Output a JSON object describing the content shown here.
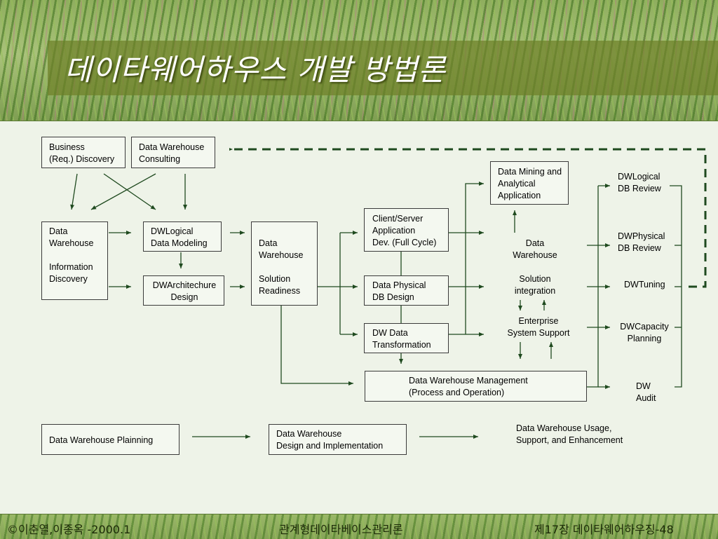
{
  "header": {
    "title": "데이타웨어하우스 개발 방법론"
  },
  "diagram": {
    "business_discovery": "Business\n(Req.) Discovery",
    "dw_consulting": "Data Warehouse\nConsulting",
    "dw_info_discovery": "Data\nWarehouse\n\nInformation\nDiscovery",
    "dw_logical_modeling": "DWLogical\nData Modeling",
    "dw_architecture_design": "DWArchitechure\nDesign",
    "dw_solution_readiness": "Data\nWarehouse\n\nSolution\nReadiness",
    "client_server_dev": "Client/Server\nApplication\nDev. (Full Cycle)",
    "data_physical_db_design": "Data Physical\nDB Design",
    "dw_data_transformation": "DW Data\nTransformation",
    "data_mining": "Data Mining and\nAnalytical\nApplication",
    "dw_solution_integration": "Data\nWarehouse\n\nSolution\nintegration",
    "enterprise_support": "Enterprise\nSystem Support",
    "dw_management": "Data Warehouse  Management\n(Process and Operation)",
    "dw_logical_review": "DWLogical\nDB Review",
    "dw_physical_review": "DWPhysical\nDB Review",
    "dw_tuning": "DWTuning",
    "dw_capacity_planning": "DWCapacity\nPlanning",
    "dw_audit": "DW\nAudit",
    "phase_planning": "Data Warehouse Plainning",
    "phase_design_impl": "Data Warehouse\nDesign and Implementation",
    "phase_usage": "Data Warehouse Usage,\nSupport, and Enhancement"
  },
  "footer": {
    "left": "©이춘열,이종옥 -2000.1",
    "center": "관계형데이타베이스관리론",
    "right": "제17장 데이타웨어하우징-48"
  }
}
